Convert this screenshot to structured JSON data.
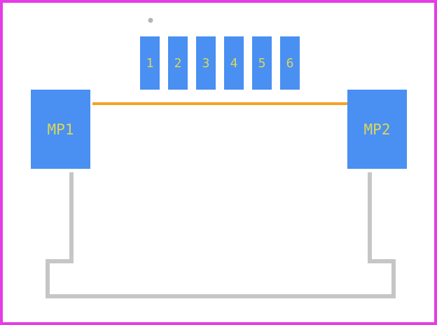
{
  "colors": {
    "border": "#e63be6",
    "pad": "#4a8ff2",
    "pad_text": "#d8d85a",
    "outline": "#c6c6c6",
    "edge_line": "#f5a223",
    "origin_dot": "#b4b4b4"
  },
  "pads": {
    "p1": "1",
    "p2": "2",
    "p3": "3",
    "p4": "4",
    "p5": "5",
    "p6": "6",
    "mp1": "MP1",
    "mp2": "MP2"
  }
}
